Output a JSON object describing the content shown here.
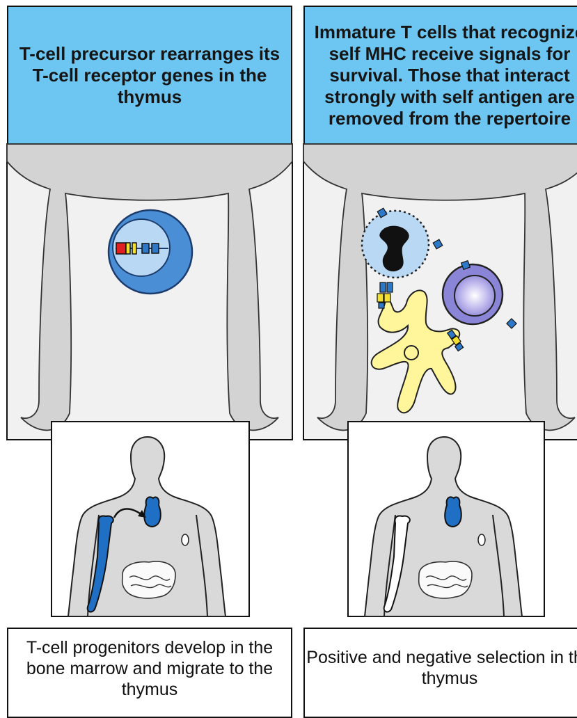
{
  "panels": [
    {
      "header": "T-cell precursor rearranges its T-cell receptor genes in the thymus",
      "caption": "T-cell progenitors develop in the bone marrow and migrate to the thymus"
    },
    {
      "header": "Immature T cells that recognize self MHC receive signals for survival. Those that interact strongly with self antigen are removed from the repertoire",
      "caption": "Positive and negative selection in the thymus"
    }
  ],
  "colors": {
    "header_bg": "#6cc6f1",
    "stroma": "#d3d3d3",
    "cell_blue": "#4a8fd6",
    "cell_light_blue": "#b8d8f4",
    "dendritic_cell": "#fff59a",
    "t_cell_purple": "#8b85d8",
    "organ_blue": "#1f6fc4",
    "gene_red": "#e02020",
    "gene_yellow": "#f3e02c",
    "gene_blue": "#2d79c7"
  }
}
